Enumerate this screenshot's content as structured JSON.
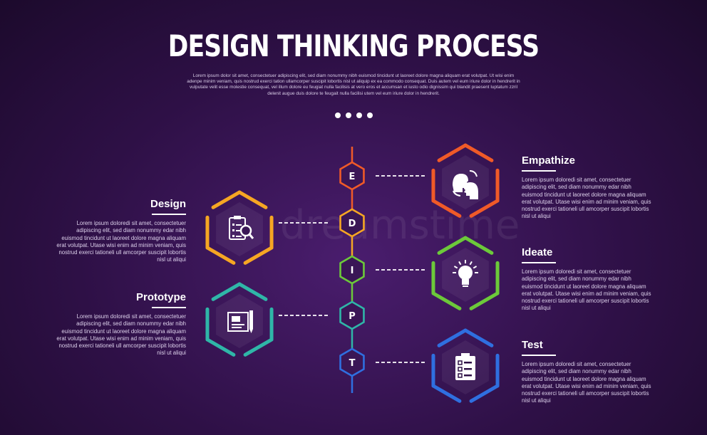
{
  "title": "DESIGN THINKING PROCESS",
  "subtitle": "Lorem ipsum dolor sit amet, consectetuer adipiscing elit, sed diam nonummy nibh euismod tincidunt ut laoreet dolore magna aliquam erat volutpat. Ut wisi enim adenpe minim veniam, quis nostrud exerci tation ullamcorper suscipit lobortis nisl ut aliquip ex ea commodo consequat. Duis autem vel eum iriure dolor in hendrerit in vulputate velit esse molestie consequat, vel illum dolore eu feugiat nulla facilisis at vero eros et accumsan et iusto odio dignissim qui blandit praesent luptatum zzril delenit augue duis dolore te feugait nulla facilisi utem vel eum iriure dolor in hendrerit.",
  "watermark": "dreamstime",
  "steps": [
    {
      "letter": "E",
      "heading": "Empathize",
      "body": "Lorem ipsum doloredi sit amet, consectetuer adipiscing elit, sed diam nonummy edar nibh euismod tincidunt ut laoreet dolore magna aliquam erat volutpat. Utase wisi enim ad minim veniam, quis nostrud exerci tationeli ull amcorper suscipit lobortis nisl ut aliqui",
      "color": "#f05a28",
      "icon": "two-heads-exchange-icon"
    },
    {
      "letter": "D",
      "heading": "Design",
      "body": "Lorem ipsum doloredi sit amet, consectetuer adipiscing elit, sed diam nonummy edar nibh euismod tincidunt ut laoreet dolore magna aliquam erat volutpat. Utase wisi enim ad minim veniam, quis nostrud exerci tationeli ull amcorper suscipit lobortis nisl ut aliqui",
      "color": "#f6a623",
      "icon": "clipboard-search-icon"
    },
    {
      "letter": "I",
      "heading": "Ideate",
      "body": "Lorem ipsum doloredi sit amet, consectetuer adipiscing elit, sed diam nonummy edar nibh euismod tincidunt ut laoreet dolore magna aliquam erat volutpat. Utase wisi enim ad minim veniam, quis nostrud exerci tationeli ull amcorper suscipit lobortis nisl ut aliqui",
      "color": "#6cc93a",
      "icon": "lightbulb-icon"
    },
    {
      "letter": "P",
      "heading": "Prototype",
      "body": "Lorem ipsum doloredi sit amet, consectetuer adipiscing elit, sed diam nonummy edar nibh euismod tincidunt ut laoreet dolore magna aliquam erat volutpat. Utase wisi enim ad minim veniam, quis nostrud exerci tationeli ull amcorper suscipit lobortis nisl ut aliqui",
      "color": "#2fb6a8",
      "icon": "blueprint-icon"
    },
    {
      "letter": "T",
      "heading": "Test",
      "body": "Lorem ipsum doloredi sit amet, consectetuer adipiscing elit, sed diam nonummy edar nibh euismod tincidunt ut laoreet dolore magna aliquam erat volutpat. Utase wisi enim ad minim veniam, quis nostrud exerci tationeli ull amcorper suscipit lobortis nisl ut aliqui",
      "color": "#2f6fe0",
      "icon": "checklist-icon"
    }
  ]
}
